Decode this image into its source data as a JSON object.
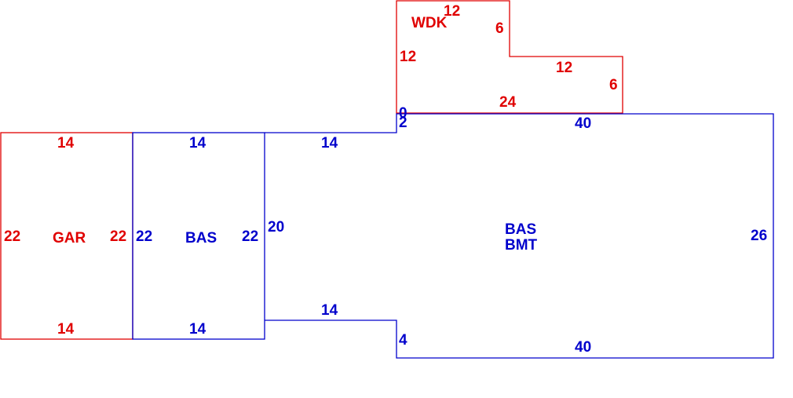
{
  "colors": {
    "red": "#e00000",
    "blue": "#0000cc"
  },
  "areas": {
    "wdk": {
      "code": "WDK",
      "color": "red"
    },
    "gar": {
      "code": "GAR",
      "color": "red"
    },
    "bas_small": {
      "code": "BAS",
      "color": "blue"
    },
    "bas_main": {
      "code1": "BAS",
      "code2": "BMT",
      "color": "blue"
    }
  },
  "dimensions": {
    "wdk_top": "12",
    "wdk_right_upper": "6",
    "wdk_left": "12",
    "wdk_step": "12",
    "wdk_right_lower": "6",
    "wdk_bottom": "24",
    "gar_top": "14",
    "gar_left": "22",
    "gar_right": "22",
    "gar_bottom": "14",
    "bas_small_top": "14",
    "bas_small_left": "22",
    "bas_small_right": "22",
    "bas_small_bottom": "14",
    "connector_top": "14",
    "connector_left": "20",
    "connector_bottom": "14",
    "main_zero": "0",
    "main_step_top": "2",
    "main_top": "40",
    "main_right": "26",
    "main_step_bottom": "4",
    "main_bottom": "40"
  }
}
